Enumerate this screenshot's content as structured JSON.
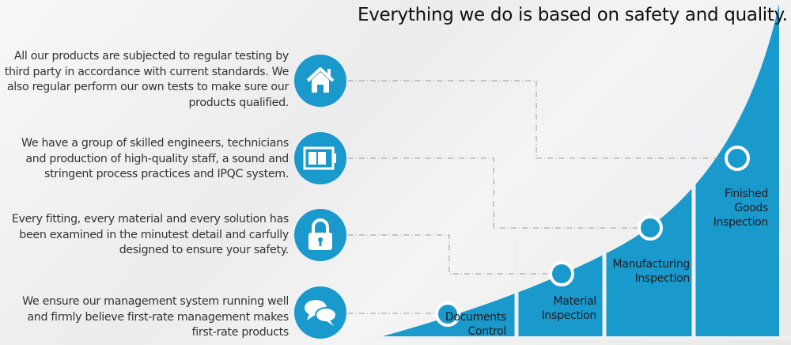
{
  "title": "Everything we do is based on safety and quality.",
  "items": [
    {
      "icon": "house-icon",
      "text": "All our products are subjected to regular testing by third party in accordance with current standards. We also regular perform our own tests to make sure our products qualified."
    },
    {
      "icon": "battery-icon",
      "text": "We have a group of skilled engineers, technicians and production of high-quality staff, a sound and stringent process practices and IPQC system."
    },
    {
      "icon": "lock-icon",
      "text": "Every fitting, every material and every solution has been examined in the minutest detail and carfully designed to ensure your safety."
    },
    {
      "icon": "chat-icon",
      "text": "We ensure our management system running well and firmly believe first-rate management makes first-rate products"
    }
  ],
  "steps": [
    {
      "line1": "Documents",
      "line2": "Control"
    },
    {
      "line1": "Material",
      "line2": "Inspection"
    },
    {
      "line1": "Manufacturing",
      "line2": "Inspection"
    },
    {
      "line1": "Finished",
      "line2": "Goods",
      "line3": "Inspection"
    }
  ],
  "colors": {
    "accent": "#1a99cd"
  }
}
